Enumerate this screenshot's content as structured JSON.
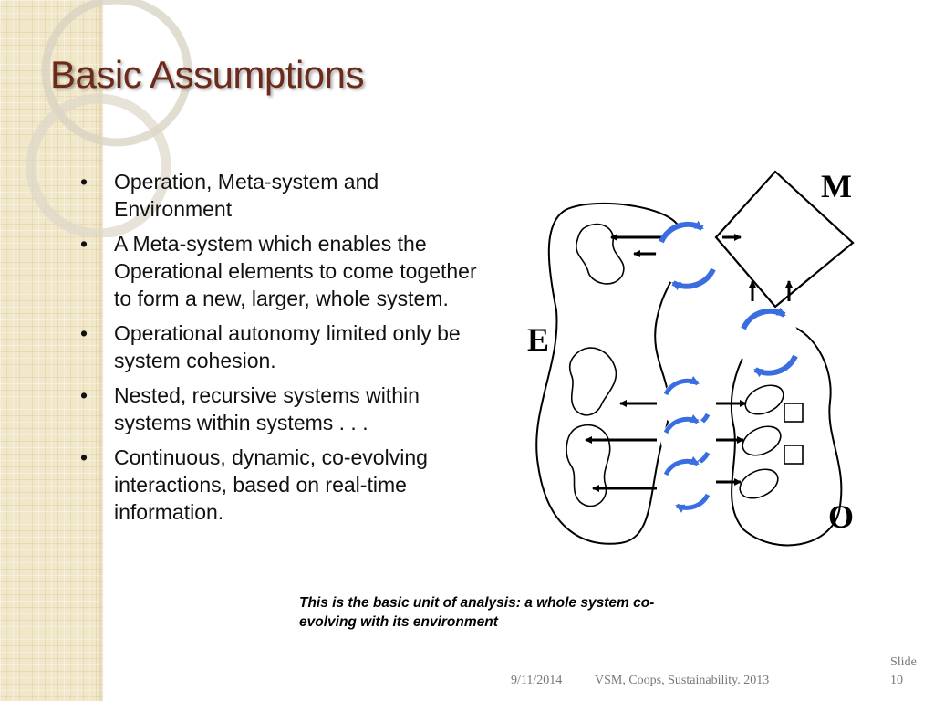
{
  "title": "Basic Assumptions",
  "bullets": [
    "Operation, Meta-system and Environment",
    "A Meta-system which enables the Operational elements to come together to form a new, larger, whole system.",
    "Operational autonomy limited only be system cohesion.",
    "Nested, recursive systems within systems within systems . . .",
    "Continuous, dynamic, co-evolving interactions,  based on real-time information."
  ],
  "bullet_symbol": "•",
  "diagram": {
    "label_m": "M",
    "label_e": "E",
    "label_o": "O"
  },
  "caption": "This is the basic unit of analysis: a whole system co-evolving with its environment",
  "footer": {
    "date": "9/11/2014",
    "text": "VSM, Coops, Sustainability. 2013",
    "slide": "Slide 10"
  },
  "colors": {
    "title": "#6b2a1a",
    "arrow_blue": "#3a6ee0",
    "side_pattern": "#f1e7c9"
  }
}
